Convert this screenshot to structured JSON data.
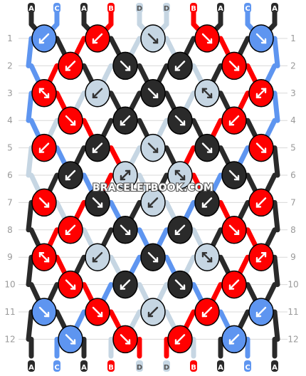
{
  "watermark": "BRACELETBOOK.COM",
  "colors": {
    "A": "#2a2a2a",
    "B": "#ff0000",
    "C": "#5e95f0",
    "D": "#c6d6e3",
    "grid": "#d8d8d8",
    "row_label": "#9a9a9a"
  },
  "strands_top": [
    "A",
    "C",
    "A",
    "B",
    "D",
    "D",
    "B",
    "A",
    "C",
    "A"
  ],
  "strands_bottom": [
    "A",
    "C",
    "A",
    "B",
    "D",
    "D",
    "B",
    "A",
    "C",
    "A"
  ],
  "row_labels": [
    "1",
    "2",
    "3",
    "4",
    "5",
    "6",
    "7",
    "8",
    "9",
    "10",
    "11",
    "12"
  ],
  "rows": [
    {
      "label": "1",
      "knots": [
        {
          "color": "C",
          "arrow": "sw"
        },
        {
          "color": "B",
          "arrow": "sw"
        },
        {
          "color": "D",
          "arrow": "se"
        },
        {
          "color": "B",
          "arrow": "se"
        },
        {
          "color": "C",
          "arrow": "se"
        }
      ]
    },
    {
      "label": "2",
      "knots": [
        {
          "color": "B",
          "arrow": "sw"
        },
        {
          "color": "A",
          "arrow": "se"
        },
        {
          "color": "A",
          "arrow": "sw"
        },
        {
          "color": "B",
          "arrow": "se"
        }
      ]
    },
    {
      "label": "3",
      "knots": [
        {
          "color": "B",
          "arrow": "se_back"
        },
        {
          "color": "D",
          "arrow": "sw"
        },
        {
          "color": "A",
          "arrow": "se"
        },
        {
          "color": "D",
          "arrow": "se_back"
        },
        {
          "color": "B",
          "arrow": "sw_back"
        }
      ]
    },
    {
      "label": "4",
      "knots": [
        {
          "color": "B",
          "arrow": "se"
        },
        {
          "color": "A",
          "arrow": "sw"
        },
        {
          "color": "A",
          "arrow": "se"
        },
        {
          "color": "B",
          "arrow": "sw"
        }
      ]
    },
    {
      "label": "5",
      "knots": [
        {
          "color": "B",
          "arrow": "sw"
        },
        {
          "color": "A",
          "arrow": "sw"
        },
        {
          "color": "D",
          "arrow": "se"
        },
        {
          "color": "A",
          "arrow": "se"
        },
        {
          "color": "B",
          "arrow": "se"
        }
      ]
    },
    {
      "label": "6",
      "knots": [
        {
          "color": "A",
          "arrow": "sw"
        },
        {
          "color": "D",
          "arrow": "sw_back"
        },
        {
          "color": "D",
          "arrow": "se_back"
        },
        {
          "color": "A",
          "arrow": "se"
        }
      ]
    },
    {
      "label": "7",
      "knots": [
        {
          "color": "B",
          "arrow": "se"
        },
        {
          "color": "A",
          "arrow": "se"
        },
        {
          "color": "D",
          "arrow": "sw"
        },
        {
          "color": "A",
          "arrow": "sw"
        },
        {
          "color": "B",
          "arrow": "sw"
        }
      ]
    },
    {
      "label": "8",
      "knots": [
        {
          "color": "B",
          "arrow": "sw"
        },
        {
          "color": "A",
          "arrow": "se"
        },
        {
          "color": "A",
          "arrow": "sw"
        },
        {
          "color": "B",
          "arrow": "se"
        }
      ]
    },
    {
      "label": "9",
      "knots": [
        {
          "color": "B",
          "arrow": "se_back"
        },
        {
          "color": "D",
          "arrow": "sw"
        },
        {
          "color": "A",
          "arrow": "se"
        },
        {
          "color": "D",
          "arrow": "se_back"
        },
        {
          "color": "B",
          "arrow": "sw_back"
        }
      ]
    },
    {
      "label": "10",
      "knots": [
        {
          "color": "B",
          "arrow": "se"
        },
        {
          "color": "A",
          "arrow": "sw"
        },
        {
          "color": "A",
          "arrow": "se"
        },
        {
          "color": "B",
          "arrow": "sw"
        }
      ]
    },
    {
      "label": "11",
      "knots": [
        {
          "color": "C",
          "arrow": "se"
        },
        {
          "color": "B",
          "arrow": "se"
        },
        {
          "color": "D",
          "arrow": "sw"
        },
        {
          "color": "B",
          "arrow": "sw"
        },
        {
          "color": "C",
          "arrow": "sw"
        }
      ]
    },
    {
      "label": "12",
      "knots": [
        {
          "color": "C",
          "arrow": "se"
        },
        {
          "color": "B",
          "arrow": "se"
        },
        {
          "color": "B",
          "arrow": "sw"
        },
        {
          "color": "C",
          "arrow": "sw"
        }
      ]
    }
  ]
}
